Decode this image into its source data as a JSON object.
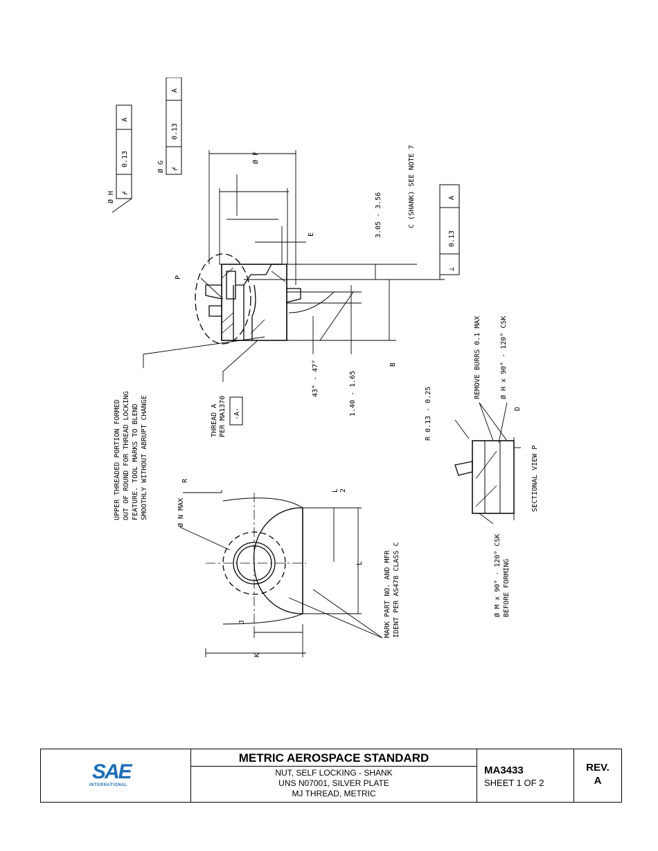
{
  "drawing": {
    "notes": {
      "tolerance_frames": [
        {
          "symbol": "runout-arrow",
          "value": "0.13",
          "datum": "A"
        },
        {
          "symbol": "runout-arrow",
          "value": "0.13",
          "datum": "A"
        },
        {
          "symbol": "perpendicularity",
          "value": "0.13",
          "datum": "A"
        }
      ],
      "dim_h": "Ø H",
      "dim_g": "Ø G",
      "dim_f": "Ø F",
      "dim_e": "E",
      "dim_p": "P",
      "dim_356": "3.05 - 3.56",
      "dim_c": "C (SHANK) SEE NOTE 7",
      "dim_angle": "43° - 47°",
      "dim_140": "1.40 - 1.65",
      "dim_b": "B",
      "upper_note": [
        "UPPER THREADED PORTION FORMED",
        "OUT OF ROUND FOR THREAD LOCKING",
        "FEATURE.  TOOL MARKS TO BLEND",
        "SMOOTHLY WITHOUT ABRUPT CHANGE"
      ],
      "thread_note": [
        "THREAD A",
        "PER MA1370"
      ],
      "datum_a": "-A-",
      "dim_n": "Ø N MAX",
      "dim_r": "R",
      "dim_l2_num": "L",
      "dim_l2_den": "2",
      "dim_l": "L",
      "dim_j": "J",
      "dim_k": "K",
      "mark_note": [
        "MARK PART NO. AND MFR",
        "IDENT PER AS478 CLASS C"
      ],
      "r_note": "R 0.13 - 0.25",
      "burrs_note": "REMOVE BURRS 0.1 MAX",
      "csk_h": "Ø H x 90° - 120° CSK",
      "dim_d": "D",
      "section_label": "SECTIONAL VIEW P",
      "csk_m": [
        "Ø M x 90° - 120° CSK",
        "BEFORE FORMING"
      ]
    }
  },
  "title_block": {
    "logo_mark": "SAE",
    "logo_sub": "INTERNATIONAL",
    "standard_title": "METRIC AEROSPACE STANDARD",
    "description": [
      "NUT, SELF LOCKING - SHANK",
      "UNS N07001, SILVER PLATE",
      "MJ THREAD, METRIC"
    ],
    "doc_number": "MA3433",
    "sheet": "SHEET 1 OF 2",
    "rev_label": "REV.",
    "rev_value": "A"
  }
}
